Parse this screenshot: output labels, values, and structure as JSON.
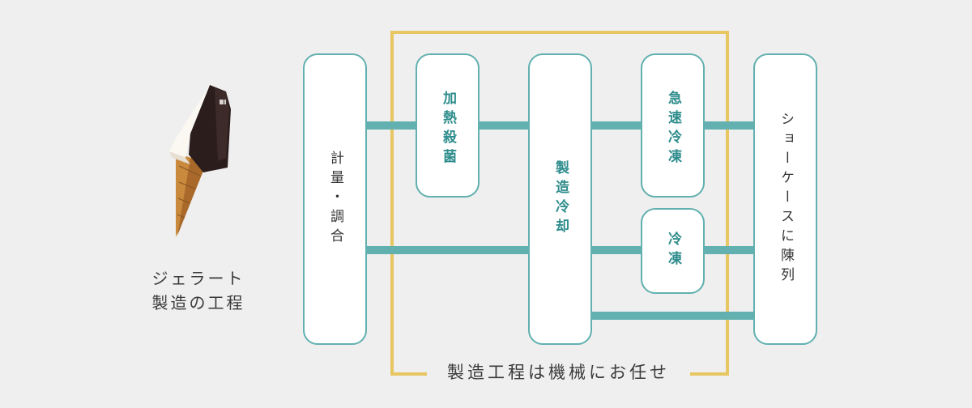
{
  "intro": {
    "title_line1": "ジェラート",
    "title_line2": "製造の工程"
  },
  "machine": {
    "caption": "製造工程は機械にお任せ"
  },
  "steps": {
    "measure_blend": "計量・調合",
    "pasteurize": "加熱殺菌",
    "manufacture_cool": "製造冷却",
    "quick_freeze": "急速冷凍",
    "freeze": "冷凍",
    "display": "ショーケースに陳列"
  },
  "colors": {
    "background": "#efefef",
    "teal": "#62b0b0",
    "teal_text": "#2e8c8c",
    "yellow": "#e8c661"
  }
}
